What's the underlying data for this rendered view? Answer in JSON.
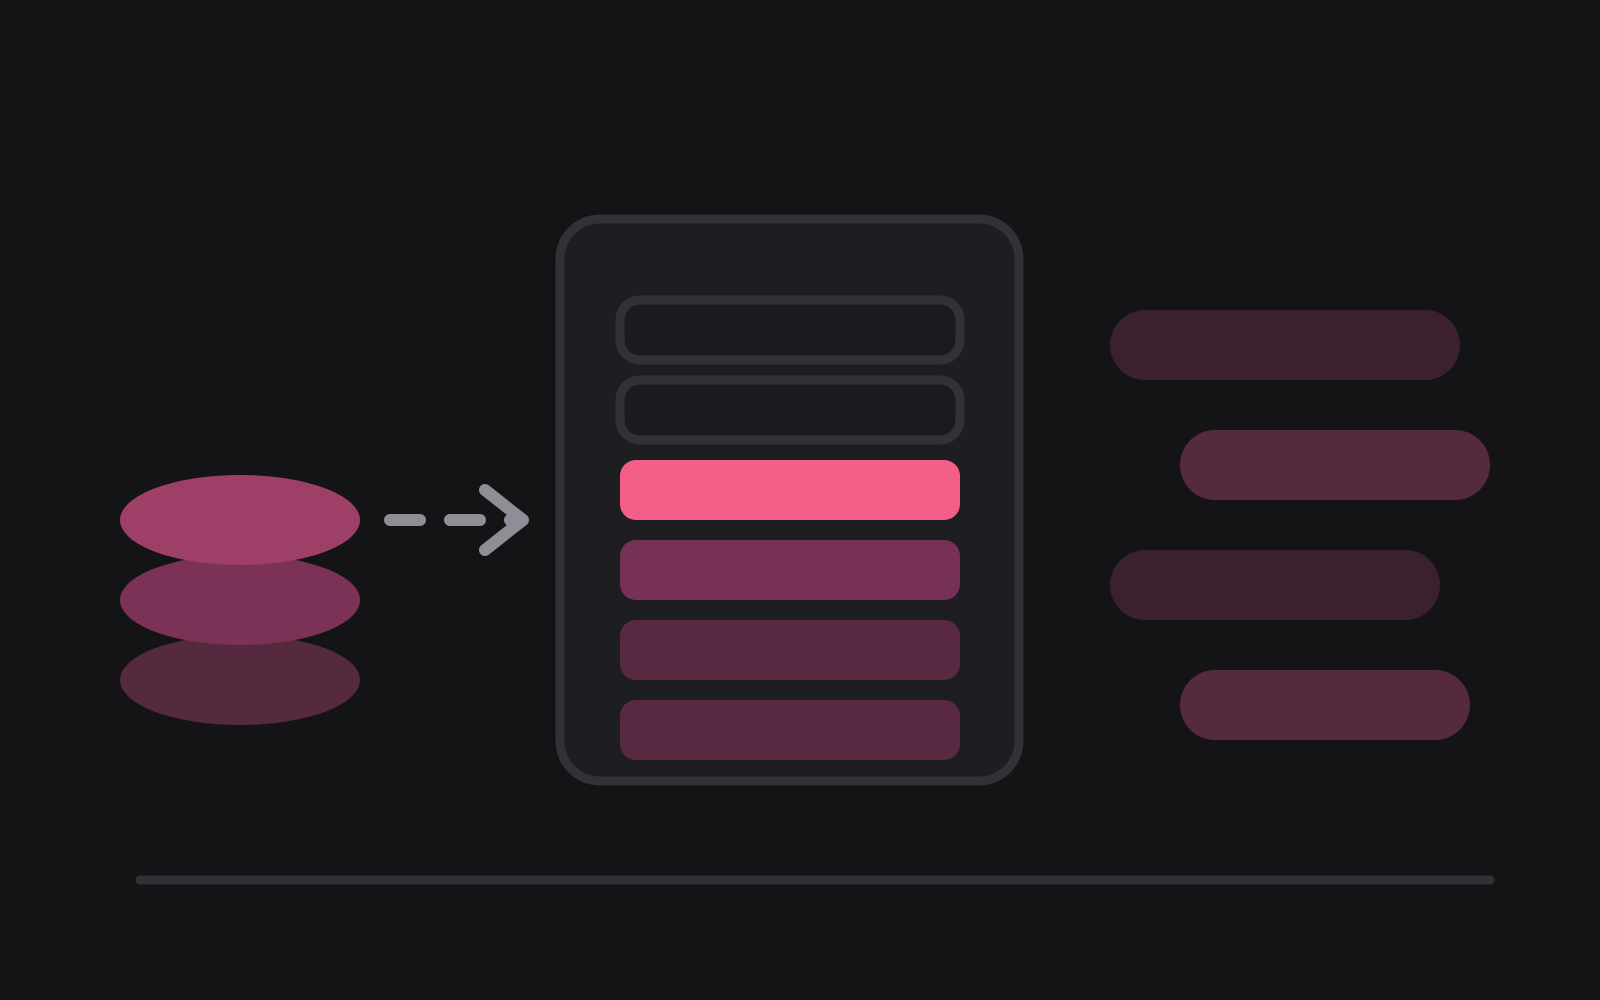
{
  "colors": {
    "background": "#141416",
    "panel_fill": "#1e1e22",
    "panel_stroke": "#323236",
    "slot_outline": "#323236",
    "slot_fill": "#1b1b1f",
    "highlight": "#f45f89",
    "row_medium": "#773156",
    "row_dark": "#582940",
    "stack_top": "#9d3f66",
    "stack_middle": "#7c3256",
    "stack_bottom": "#552a3e",
    "arrow": "#8e8e96",
    "pill_dark": "#3b212f",
    "pill_light": "#552a3e",
    "baseline": "#323236"
  },
  "icons": {
    "data_source": "stack-of-disks-icon",
    "flow": "dashed-arrow-icon"
  },
  "panel": {
    "rows": [
      {
        "kind": "outlined-empty",
        "color": "slot_fill"
      },
      {
        "kind": "outlined-empty",
        "color": "slot_fill"
      },
      {
        "kind": "filled",
        "color": "highlight"
      },
      {
        "kind": "filled",
        "color": "row_medium"
      },
      {
        "kind": "filled",
        "color": "row_dark"
      },
      {
        "kind": "filled",
        "color": "row_dark"
      }
    ]
  },
  "stack": {
    "layers": [
      "stack_bottom",
      "stack_middle",
      "stack_top"
    ]
  },
  "pills": [
    {
      "color": "pill_dark"
    },
    {
      "color": "pill_light"
    },
    {
      "color": "pill_dark"
    },
    {
      "color": "pill_light"
    }
  ]
}
